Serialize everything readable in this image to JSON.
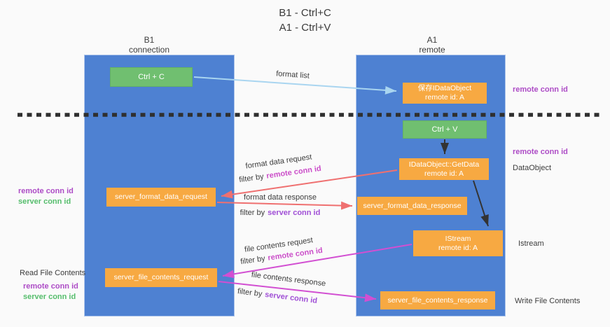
{
  "title": {
    "line1": "B1 - Ctrl+C",
    "line2": "A1 - Ctrl+V"
  },
  "columns": {
    "left": {
      "name": "B1",
      "role": "connection"
    },
    "right": {
      "name": "A1",
      "role": "remote"
    }
  },
  "nodes": {
    "ctrl_c": "Ctrl + C",
    "ctrl_v": "Ctrl + V",
    "save_idataobject": {
      "line1": "保存IDataObject",
      "line2": "remote id: A"
    },
    "getdata": {
      "line1": "IDataObject::GetData",
      "line2": "remote id: A"
    },
    "istream_obj": {
      "line1": "IStream",
      "line2": "remote id: A"
    },
    "server_format_data_request": "server_format_data_request",
    "server_format_data_response": "server_format_data_response",
    "server_file_contents_request": "server_file_contents_request",
    "server_file_contents_response": "server_file_contents_response"
  },
  "flow_labels": {
    "format_list": "format list",
    "format_data_request": "format data request",
    "filter_remote_1": {
      "prefix": "filter by",
      "highlight": "remote conn id"
    },
    "format_data_response": "format data response",
    "filter_server_1": {
      "prefix": "filter by",
      "highlight": "server conn id"
    },
    "file_contents_request": "file contents request",
    "filter_remote_2": {
      "prefix": "filter by",
      "highlight": "remote conn id"
    },
    "file_contents_response": "file contents response",
    "filter_server_2": {
      "prefix": "filter by",
      "highlight": "server conn id"
    }
  },
  "side_labels": {
    "right_remote_conn_id_1": "remote conn id",
    "right_remote_conn_id_2": "remote conn id",
    "dataobject": "DataObject",
    "istream": "Istream",
    "write_file_contents": "Write File Contents",
    "left_remote_conn_id_1": "remote conn id",
    "left_server_conn_id_1": "server conn id",
    "read_file_contents": "Read File Contents",
    "left_remote_conn_id_2": "remote conn id",
    "left_server_conn_id_2": "server conn id"
  },
  "colors": {
    "lane_blue": "#4e81d2",
    "node_orange": "#f7a942",
    "node_green": "#70bf70",
    "arrow_light_blue": "#a9d5f0",
    "arrow_salmon": "#ef7070",
    "arrow_magenta": "#d24fd2",
    "arrow_black": "#333333",
    "text_purple": "#ad4cc6",
    "text_green": "#55bd6c",
    "background": "#fafafa"
  }
}
